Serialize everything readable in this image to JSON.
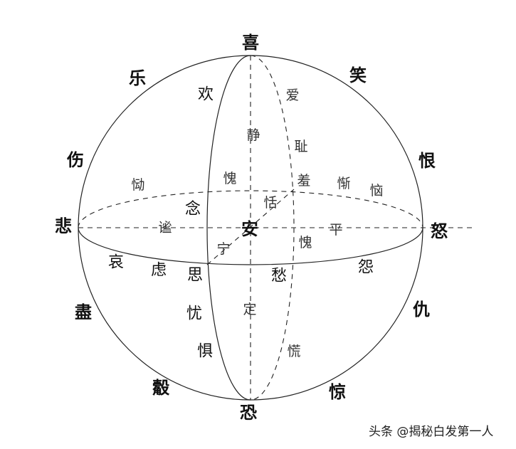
{
  "labels": {
    "outer": {
      "xi": "喜",
      "xiao": "笑",
      "hen": "恨",
      "nu": "怒",
      "chou": "仇",
      "jing_fear": "惊",
      "kong": "恐",
      "hu": "觳",
      "jin": "盡",
      "bei": "悲",
      "shang": "伤",
      "le": "乐"
    },
    "inner": {
      "huan": "欢",
      "nian": "念",
      "si": "思",
      "ai_grief": "哀",
      "lv": "虑",
      "you": "忧",
      "ju": "惧",
      "an": "安",
      "chou_sad": "愁",
      "yuan": "怨"
    },
    "small": {
      "ai_love": "爱",
      "jing_calm": "静",
      "chi": "耻",
      "xiu": "羞",
      "can": "惭",
      "nao": "恼",
      "tong": "恸",
      "yi": "谧",
      "kui1": "愧",
      "tian": "恬",
      "kui2": "愧",
      "ping": "平",
      "ning": "宁",
      "ding": "定",
      "huang": "慌"
    }
  },
  "watermark": "头条 @揭秘白发第一人"
}
